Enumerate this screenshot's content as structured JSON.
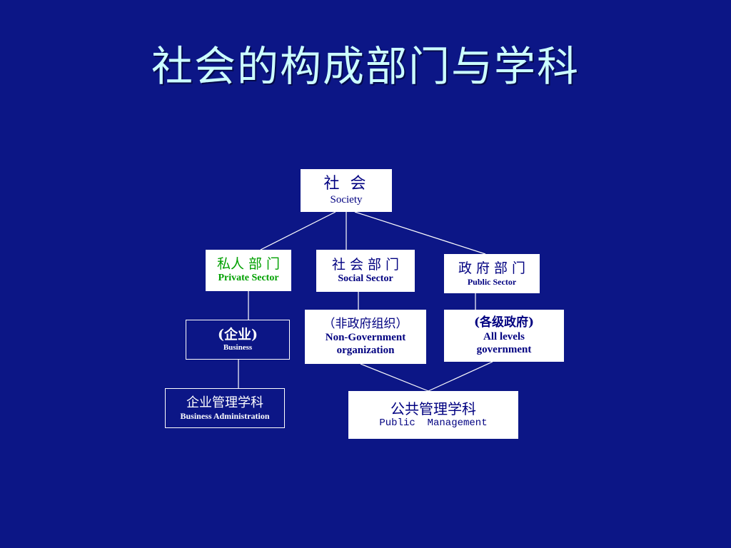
{
  "title": "社会的构成部门与学科",
  "nodes": {
    "society": {
      "cn": "社 会",
      "en": "Society"
    },
    "private_sector": {
      "cn": "私人 部 门",
      "en": "Private Sector"
    },
    "social_sector": {
      "cn": "社 会 部 门",
      "en": "Social Sector"
    },
    "public_sector": {
      "cn": "政 府 部 门",
      "en": "Public Sector"
    },
    "business": {
      "cn": "(企业)",
      "en": "Business"
    },
    "ngo": {
      "cn": "（非政府组织）",
      "en1": "Non-Government",
      "en2": "organization"
    },
    "government": {
      "cn": "(各级政府)",
      "en1": "All levels",
      "en2": "government"
    },
    "business_admin": {
      "cn": "企业管理学科",
      "en": "Business Administration"
    },
    "public_mgmt": {
      "cn": "公共管理学科",
      "en": "Public  Management"
    }
  },
  "colors": {
    "background": "#0c1686",
    "title": "#ccffff",
    "box_text": "#000080",
    "private_label": "#00a000"
  }
}
